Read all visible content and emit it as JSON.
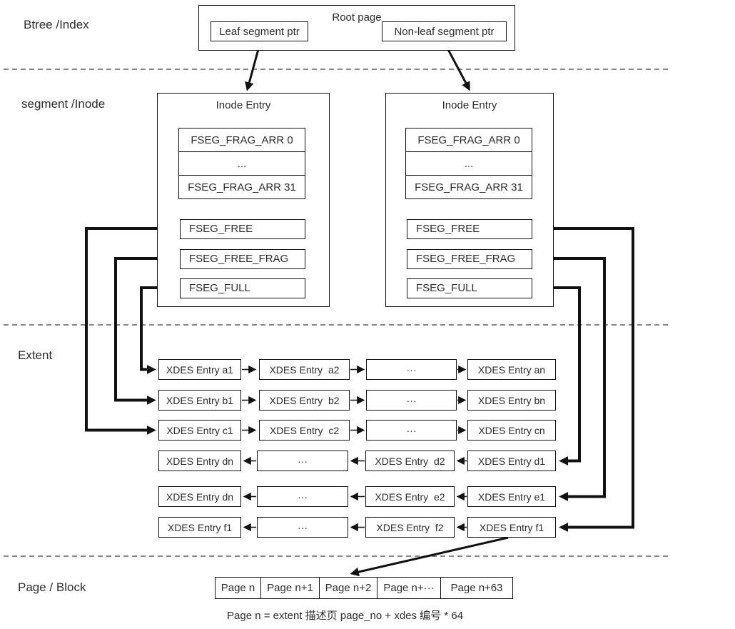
{
  "layers": {
    "btree": "Btree /Index",
    "segment": "segment /Inode",
    "extent": "Extent",
    "page": "Page / Block"
  },
  "root": {
    "title": "Root page",
    "leaf_ptr": "Leaf segment ptr",
    "nonleaf_ptr": "Non-leaf seg​ment ptr"
  },
  "inode_left": {
    "title": "Inode Entry",
    "frag_rows": [
      "FSEG_FRAG_ARR 0",
      "...",
      "FSEG_FRAG_ARR 31"
    ],
    "lists": [
      "FSEG_FREE",
      "FSEG_FREE_FRAG",
      "FSEG_FULL"
    ]
  },
  "inode_right": {
    "title": "Inode Entry",
    "frag_rows": [
      "FSEG_FRAG_ARR 0",
      "...",
      "FSEG_FRAG_ARR 31"
    ],
    "lists": [
      "FSEG_FREE",
      "FSEG_FREE_FRAG",
      "FSEG_FULL"
    ]
  },
  "extent": {
    "rows": [
      {
        "cells": [
          "XDES Entry a1",
          "XDES Entry  a2",
          "···",
          "XDES Entry an"
        ]
      },
      {
        "cells": [
          "XDES Entry b1",
          "XDES Entry  b2",
          "···",
          "XDES Entry bn"
        ]
      },
      {
        "cells": [
          "XDES Entry c1",
          "XDES Entry  c2",
          "···",
          "XDES Entry cn"
        ]
      },
      {
        "cells": [
          "XDES Entry dn",
          "···",
          "XDES Entry  d2",
          "XDES Entry d1"
        ]
      },
      {
        "cells": [
          "XDES Entry dn",
          "···",
          "XDES Entry  e2",
          "XDES Entry e1"
        ]
      },
      {
        "cells": [
          "XDES Entry f1",
          "···",
          "XDES Entry  f2",
          "XDES Entry f1"
        ]
      }
    ]
  },
  "pages": {
    "cells": [
      "Page n",
      "Page n+1",
      "Page n+2",
      "Page n+···",
      "Page n+63"
    ]
  },
  "caption": "Page n = extent 描述页 page_no + xdes 编号 * 64",
  "colors": {
    "line": "#111111",
    "dashed_line": "#5f5f5f",
    "text": "#2d2d2d",
    "background": "#ffffff"
  }
}
